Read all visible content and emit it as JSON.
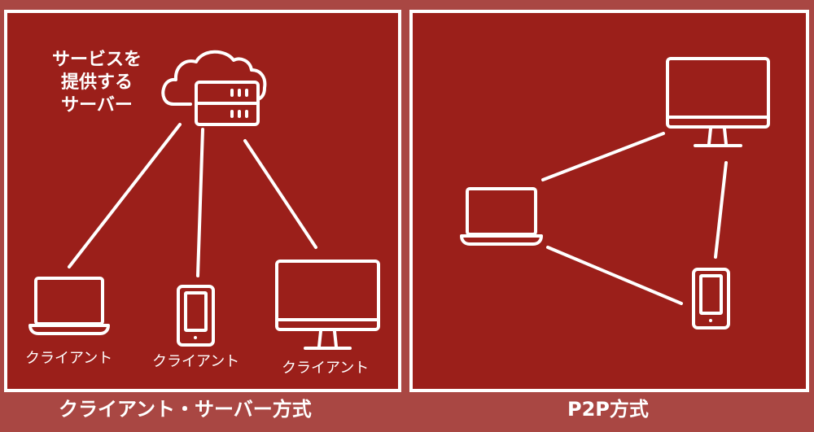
{
  "left_panel": {
    "server_label_lines": [
      "サービスを",
      "提供する",
      "サーバー"
    ],
    "client_label": "クライアント",
    "caption": "クライアント・サーバー方式"
  },
  "right_panel": {
    "caption": "P2P方式"
  },
  "icons": [
    "cloud-server-icon",
    "laptop-icon",
    "smartphone-icon",
    "desktop-monitor-icon"
  ],
  "colors": {
    "background": "#a94743",
    "panel": "#9b1f1a",
    "stroke": "#ffffff"
  }
}
